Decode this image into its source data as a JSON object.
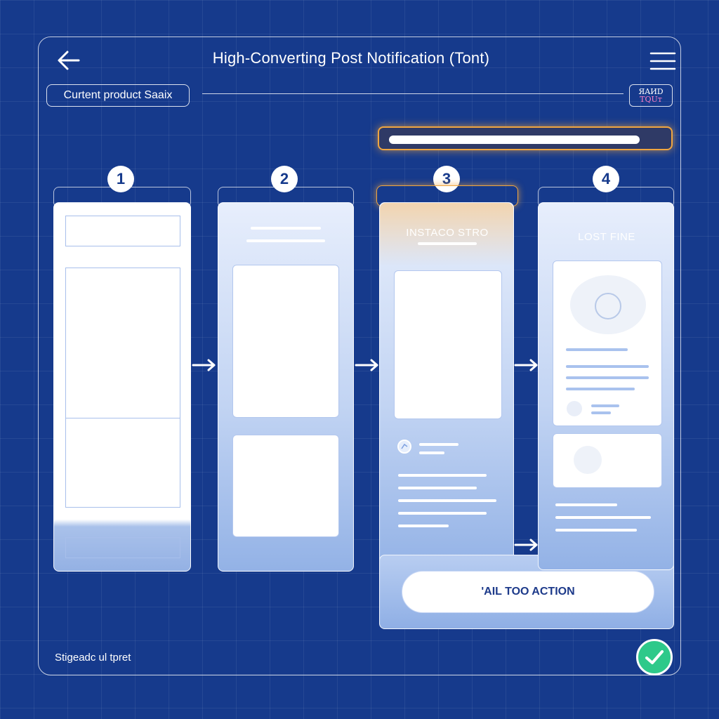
{
  "header": {
    "title": "High-Converting Post Notification (Tont)",
    "back_icon": "arrow-left-icon",
    "menu_icon": "hamburger-menu-icon"
  },
  "toolbar": {
    "search_label": "Curtent product Saaix",
    "corner_tag_line1": "ЯAИD",
    "corner_tag_line2": "TQUт"
  },
  "progress": {
    "fraction": 0.92,
    "accent": "#f0a640"
  },
  "steps": [
    {
      "number": "1",
      "title": ""
    },
    {
      "number": "2",
      "title": ""
    },
    {
      "number": "3",
      "title": "INSTACO STRO"
    },
    {
      "number": "4",
      "title": "LOST FINE"
    }
  ],
  "cta_label": "'AIL TOO ACTION",
  "footer_text": "Stigeadc ul tpret",
  "colors": {
    "background": "#163a8c",
    "accent": "#f0a640",
    "check": "#2ec98a",
    "cta_text": "#1d3a8a"
  }
}
